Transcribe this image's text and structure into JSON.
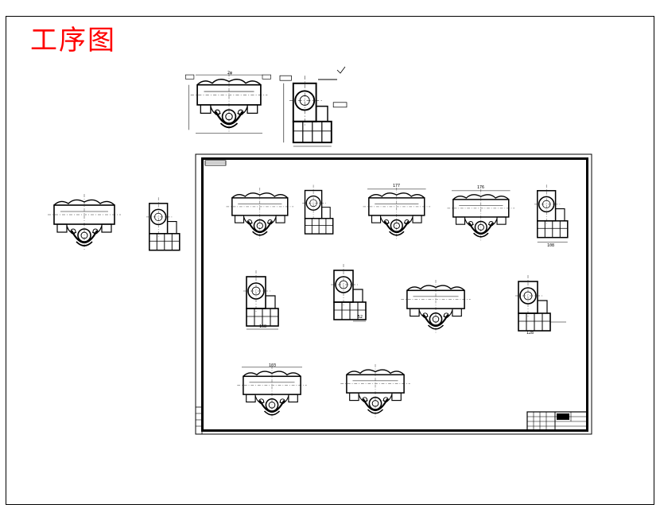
{
  "title": "工序图",
  "colors": {
    "title": "#ff0000",
    "stroke": "#000000",
    "background": "#ffffff"
  },
  "dimensions": {
    "top_front_width": "2φ",
    "sheet_view_a_width": "177",
    "sheet_view_b_width": "176",
    "side_view_base_1": "168",
    "side_view_base_2": "128",
    "side_view_base_3": "108",
    "side_view_base_4": "52",
    "bottom_front_width": "103"
  }
}
